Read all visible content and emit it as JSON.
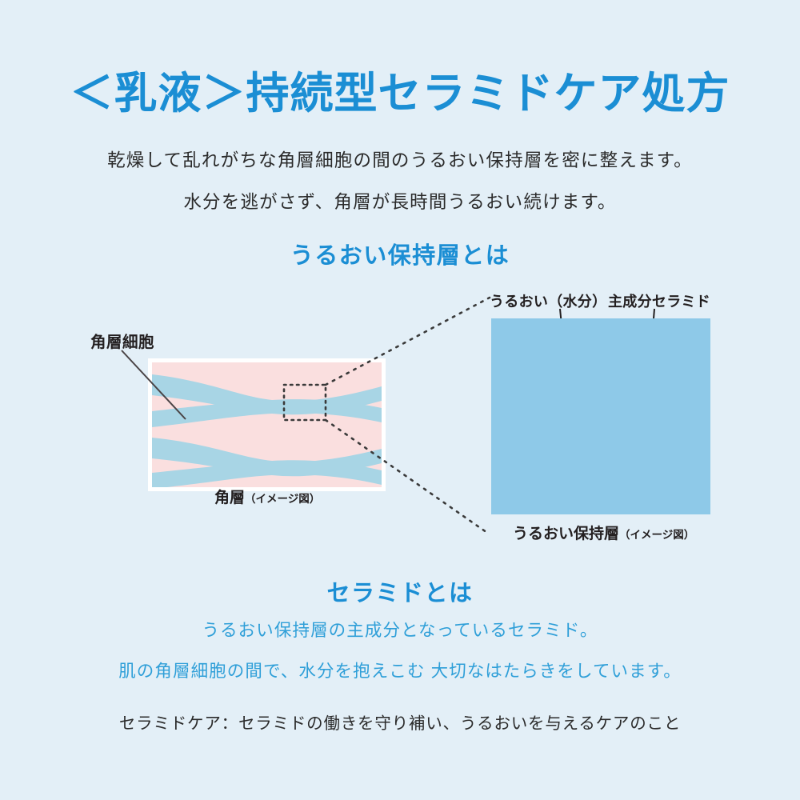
{
  "title": "＜乳液＞持続型セラミドケア処方",
  "lead": {
    "line1": "乾燥して乱れがちな角層細胞の間のうるおい保持層を密に整えます。",
    "line2": "水分を逃がさず、角層が長時間うるおい続けます。"
  },
  "section1": {
    "heading": "うるおい保持層とは",
    "left_diagram": {
      "label_cell": "角層細胞",
      "caption_main": "角層",
      "caption_sub": "（イメージ図）"
    },
    "right_diagram": {
      "label_water": "うるおい（水分）",
      "label_ceramide": "主成分セラミド",
      "caption_main": "うるおい保持層",
      "caption_sub": "（イメージ図）"
    }
  },
  "section2": {
    "heading": "セラミドとは",
    "line1": "うるおい保持層の主成分となっているセラミド。",
    "line2": "肌の角層細胞の間で、水分を抱えこむ 大切なはたらきをしています。",
    "note": "セラミドケア：セラミドの働きを守り補い、うるおいを与えるケアのこと"
  },
  "colors": {
    "background": "#e3eff7",
    "brand_blue": "#1b8ed4",
    "body_blue": "#2f9fd8",
    "text_dark": "#2b2b2b",
    "pink_cell": "#fadfdf",
    "band_blue": "#a8d5e5",
    "lipid_gold": "#d9a441",
    "ceramide_orange": "#f5a623",
    "sphere_blue": "#63c0e8"
  }
}
